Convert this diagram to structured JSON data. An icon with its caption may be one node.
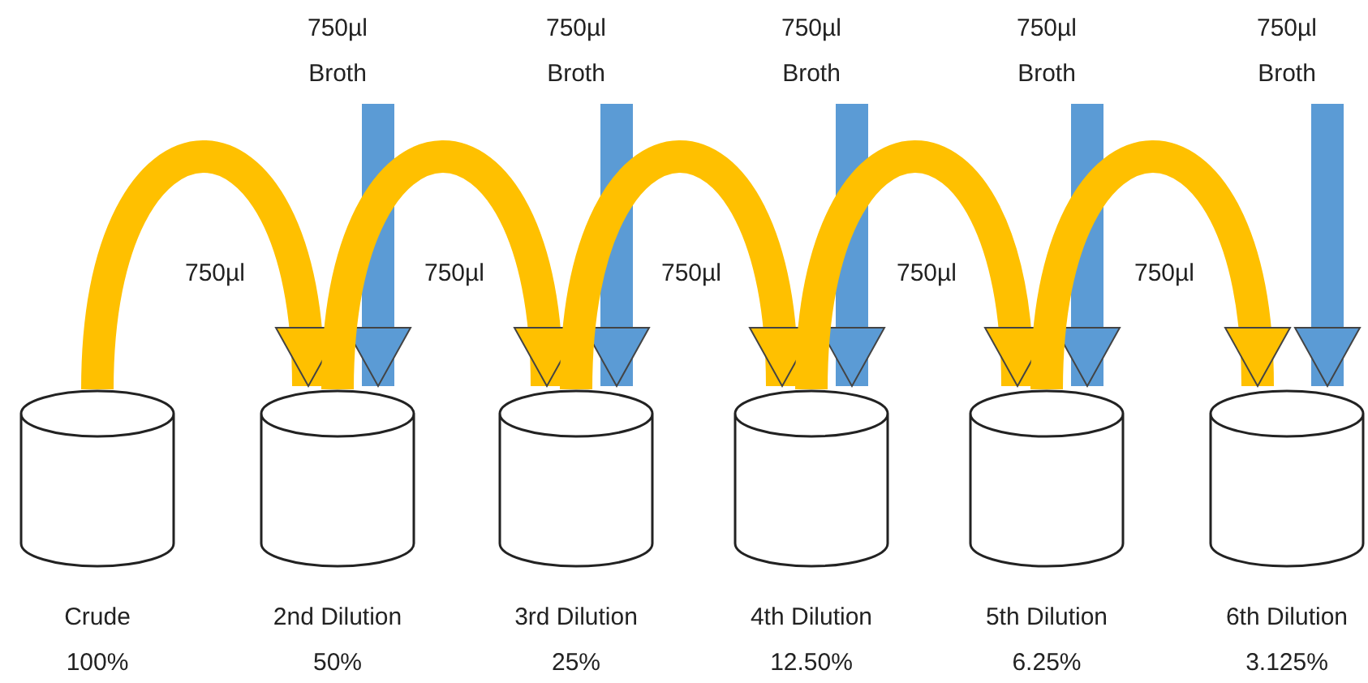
{
  "diagram": {
    "nodes": [
      {
        "text": [
          "750µl Broth"
        ]
      },
      {
        "text": [
          "750µl Broth"
        ]
      },
      {
        "text": [
          "750µl Broth"
        ]
      },
      {
        "text": [
          "750µl Broth"
        ]
      },
      {
        "text": [
          "750µl Broth"
        ]
      },
      {
        "text": [],
        "shape": "cylinder",
        "beside": [
          "Crude",
          "100%"
        ]
      },
      {
        "text": [],
        "shape": "cylinder",
        "beside": [
          "2nd Dilution",
          "50%"
        ]
      },
      {
        "text": [],
        "shape": "cylinder",
        "beside": [
          "3rd Dilution",
          "25%"
        ]
      },
      {
        "text": [],
        "shape": "cylinder",
        "beside": [
          "4th Dilution",
          "12.50%"
        ]
      },
      {
        "text": [],
        "shape": "cylinder",
        "beside": [
          "5th Dilution",
          "6.25%"
        ]
      },
      {
        "text": [],
        "shape": "cylinder",
        "beside": [
          "6th Dilution",
          "3.125%"
        ]
      }
    ],
    "edges": [
      {
        "from": 5,
        "to": 6,
        "arrow": "to",
        "label": "750µl",
        "color": "#ffc000"
      },
      {
        "from": 0,
        "to": 6,
        "arrow": "to",
        "color": "#5b9bd5"
      },
      {
        "from": 6,
        "to": 7,
        "arrow": "to",
        "label": "750µl",
        "color": "#ffc000"
      },
      {
        "from": 1,
        "to": 7,
        "arrow": "to",
        "color": "#5b9bd5"
      },
      {
        "from": 7,
        "to": 8,
        "arrow": "to",
        "label": "750µl",
        "color": "#ffc000"
      },
      {
        "from": 2,
        "to": 8,
        "arrow": "to",
        "color": "#5b9bd5"
      },
      {
        "from": 8,
        "to": 9,
        "arrow": "to",
        "label": "750µl",
        "color": "#ffc000"
      },
      {
        "from": 3,
        "to": 9,
        "arrow": "to",
        "color": "#5b9bd5"
      },
      {
        "from": 9,
        "to": 10,
        "arrow": "to",
        "label": "750µl",
        "color": "#ffc000"
      },
      {
        "from": 4,
        "to": 10,
        "arrow": "to",
        "color": "#5b9bd5"
      }
    ]
  }
}
